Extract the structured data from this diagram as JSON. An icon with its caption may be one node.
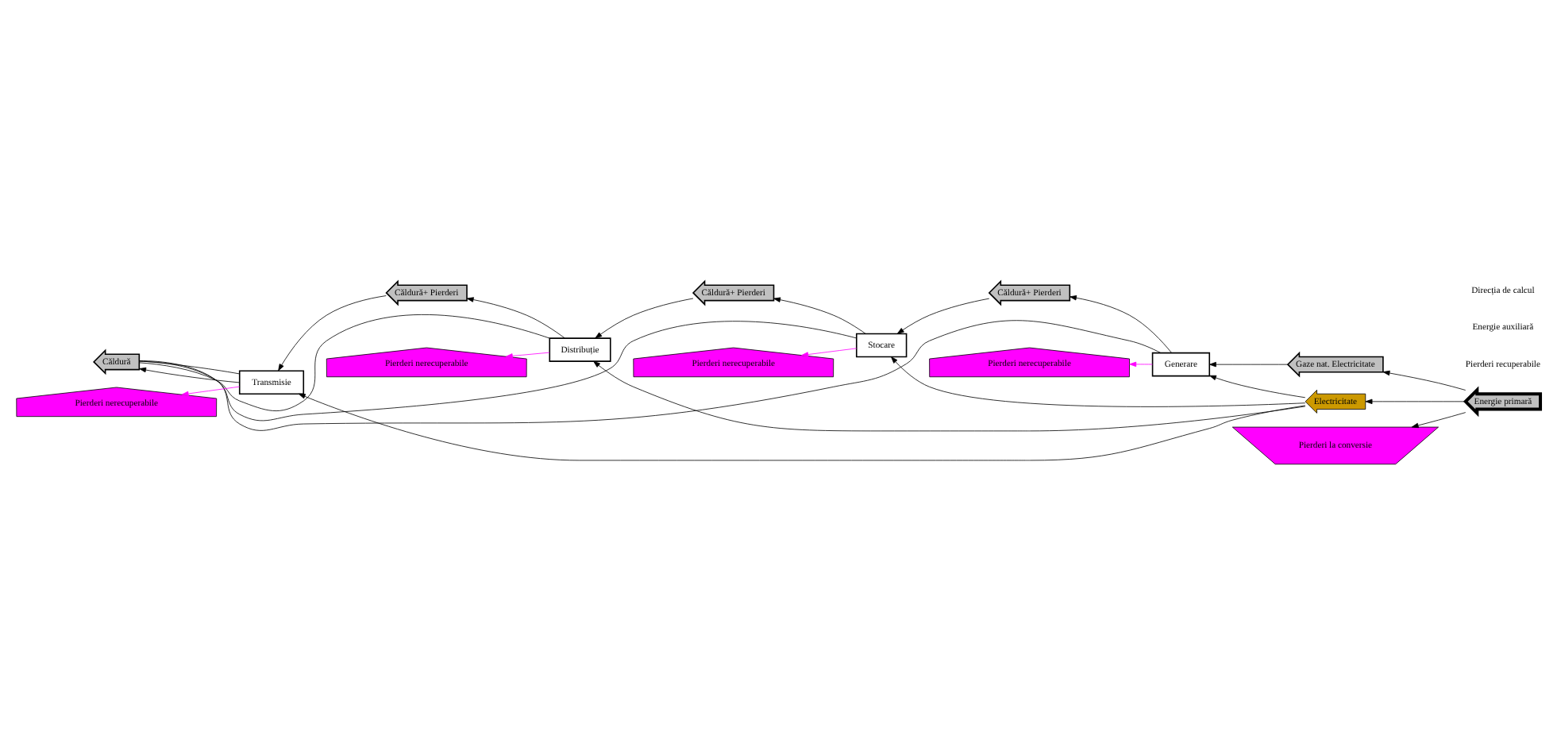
{
  "diagram": {
    "nodes": [
      {
        "text": [
          "Energie primară"
        ]
      },
      {
        "text": [
          "Gaze nat. Electricitate"
        ]
      },
      {
        "text": [
          "Căldură+ Pierderi"
        ]
      },
      {
        "text": [
          "Căldură+ Pierderi"
        ]
      },
      {
        "text": [
          "Căldură+ Pierderi"
        ]
      },
      {
        "text": [
          "Căldură"
        ]
      },
      {
        "text": [
          "Generare"
        ]
      },
      {
        "text": [
          "Stocare"
        ]
      },
      {
        "text": [
          "Distribuție"
        ]
      },
      {
        "text": [
          "Transmisie"
        ]
      },
      {
        "text": [
          "Electricitate"
        ]
      },
      {
        "text": [
          "Pierderi la conversie"
        ]
      },
      {
        "text": [
          "Pierderi nerecuperabile"
        ]
      },
      {
        "text": [
          "Pierderi nerecuperabile"
        ]
      },
      {
        "text": [
          "Pierderi nerecuperabile"
        ]
      },
      {
        "text": [
          "Pierderi nerecuperabile"
        ]
      }
    ],
    "edges": [
      {
        "from": 0,
        "to": 1,
        "arrow": "to"
      },
      {
        "from": 1,
        "to": 6,
        "arrow": "to"
      },
      {
        "from": 6,
        "to": 2,
        "arrow": "to"
      },
      {
        "from": 2,
        "to": 7,
        "arrow": "to"
      },
      {
        "from": 7,
        "to": 3,
        "arrow": "to"
      },
      {
        "from": 3,
        "to": 8,
        "arrow": "to"
      },
      {
        "from": 8,
        "to": 4,
        "arrow": "to"
      },
      {
        "from": 4,
        "to": 9,
        "arrow": "to"
      },
      {
        "from": 9,
        "to": 5,
        "arrow": "to"
      },
      {
        "from": 0,
        "to": 10,
        "arrow": "to"
      },
      {
        "from": 0,
        "to": 11,
        "arrow": "to"
      },
      {
        "from": 10,
        "to": 6,
        "arrow": "to"
      },
      {
        "from": 10,
        "to": 7,
        "arrow": "to"
      },
      {
        "from": 10,
        "to": 8,
        "arrow": "to"
      },
      {
        "from": 10,
        "to": 9,
        "arrow": "to"
      },
      {
        "from": 6,
        "to": 5,
        "arrow": "none"
      },
      {
        "from": 7,
        "to": 5,
        "arrow": "none"
      },
      {
        "from": 8,
        "to": 5,
        "arrow": "none"
      },
      {
        "from": 9,
        "to": 5,
        "arrow": "none"
      },
      {
        "from": 6,
        "to": 12,
        "arrow": "to",
        "color": "#ff00ff"
      },
      {
        "from": 7,
        "to": 13,
        "arrow": "to",
        "color": "#ff00ff"
      },
      {
        "from": 8,
        "to": 14,
        "arrow": "to",
        "color": "#ff00ff"
      },
      {
        "from": 9,
        "to": 15,
        "arrow": "to",
        "color": "#ff00ff"
      }
    ],
    "labels": [
      "Pierderi recuperabile",
      "Energie auxiliară",
      "Direcția de calcul"
    ]
  }
}
